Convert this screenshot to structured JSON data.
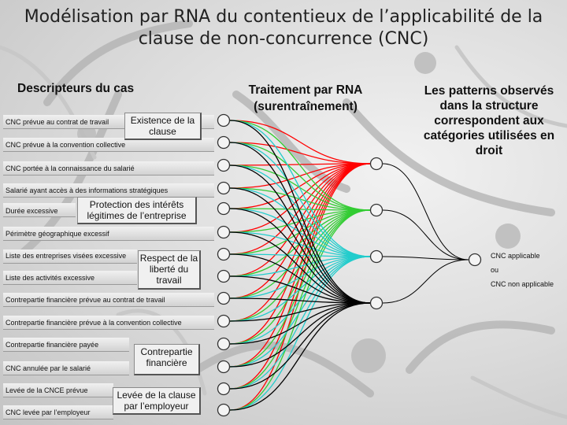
{
  "slide": {
    "title": "Modélisation par RNA du contentieux de l’applicabilité de la clause de non-concurrence (CNC)"
  },
  "headers": {
    "descriptors": "Descripteurs du cas",
    "rna": "Traitement par RNA (surentraînement)",
    "patterns": "Les patterns observés dans la structure correspondent aux catégories utilisées en droit"
  },
  "descriptors": [
    "CNC prévue au contrat de travail",
    "CNC prévue à la convention collective",
    "CNC portée à la connaissance du salarié",
    "Salarié ayant accès à des informations stratégiques",
    "Durée excessive",
    "Périmètre géographique excessif",
    "Liste des entreprises visées excessive",
    "Liste des activités excessive",
    "Contrepartie financière prévue au contrat de travail",
    "Contrepartie financière prévue à la convention collective",
    "Contrepartie financière payée",
    "CNC annulée par le salarié",
    "Levée de la CNCE prévue",
    "CNC levée par l’employeur"
  ],
  "groups": [
    "Existence de la clause",
    "Protection des intérêts légitimes de l’entreprise",
    "Respect de la liberté du travail",
    "Contrepartie financière",
    "Levée de la clause par l’employeur"
  ],
  "outputs": {
    "applicable": "CNC applicable",
    "or": "ou",
    "not_applicable": "CNC non applicable"
  },
  "network": {
    "input_nodes": 14,
    "hidden_nodes": 4,
    "output_nodes": 1,
    "hidden_colors": [
      "#ff0000",
      "#33cc33",
      "#22cccc",
      "#000000"
    ]
  }
}
